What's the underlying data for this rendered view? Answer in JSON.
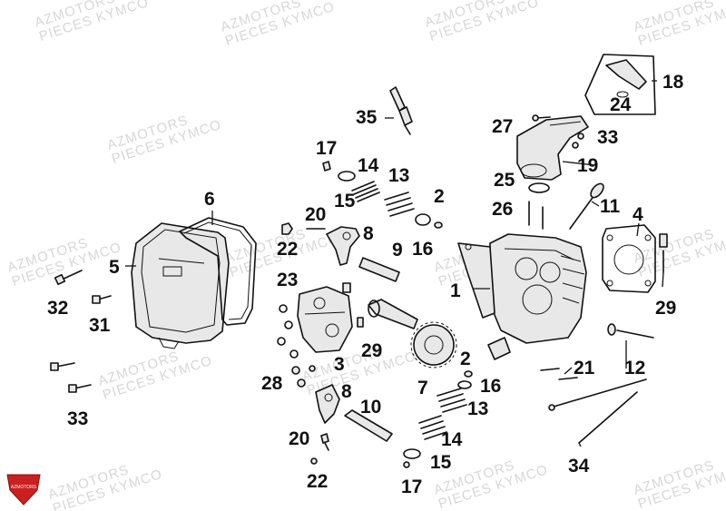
{
  "watermark": {
    "line1": "AZMOTORS",
    "line2": "PIECES KYMCO"
  },
  "logo": {
    "text": "AZMOTORS",
    "color": "#cc1f1f"
  },
  "callouts": {
    "c1": "1",
    "c2a": "2",
    "c2b": "2",
    "c3": "3",
    "c4": "4",
    "c5": "5",
    "c6": "6",
    "c7": "7",
    "c8a": "8",
    "c8b": "8",
    "c9": "9",
    "c10": "10",
    "c11": "11",
    "c12": "12",
    "c13a": "13",
    "c13b": "13",
    "c14a": "14",
    "c14b": "14",
    "c15a": "15",
    "c15b": "15",
    "c16a": "16",
    "c16b": "16",
    "c17a": "17",
    "c17b": "17",
    "c18": "18",
    "c19": "19",
    "c20a": "20",
    "c20b": "20",
    "c21": "21",
    "c22a": "22",
    "c22b": "22",
    "c23": "23",
    "c24": "24",
    "c25": "25",
    "c26": "26",
    "c27": "27",
    "c28": "28",
    "c29a": "29",
    "c29b": "29",
    "c31": "31",
    "c32": "32",
    "c33a": "33",
    "c33b": "33",
    "c34": "34",
    "c35": "35"
  }
}
